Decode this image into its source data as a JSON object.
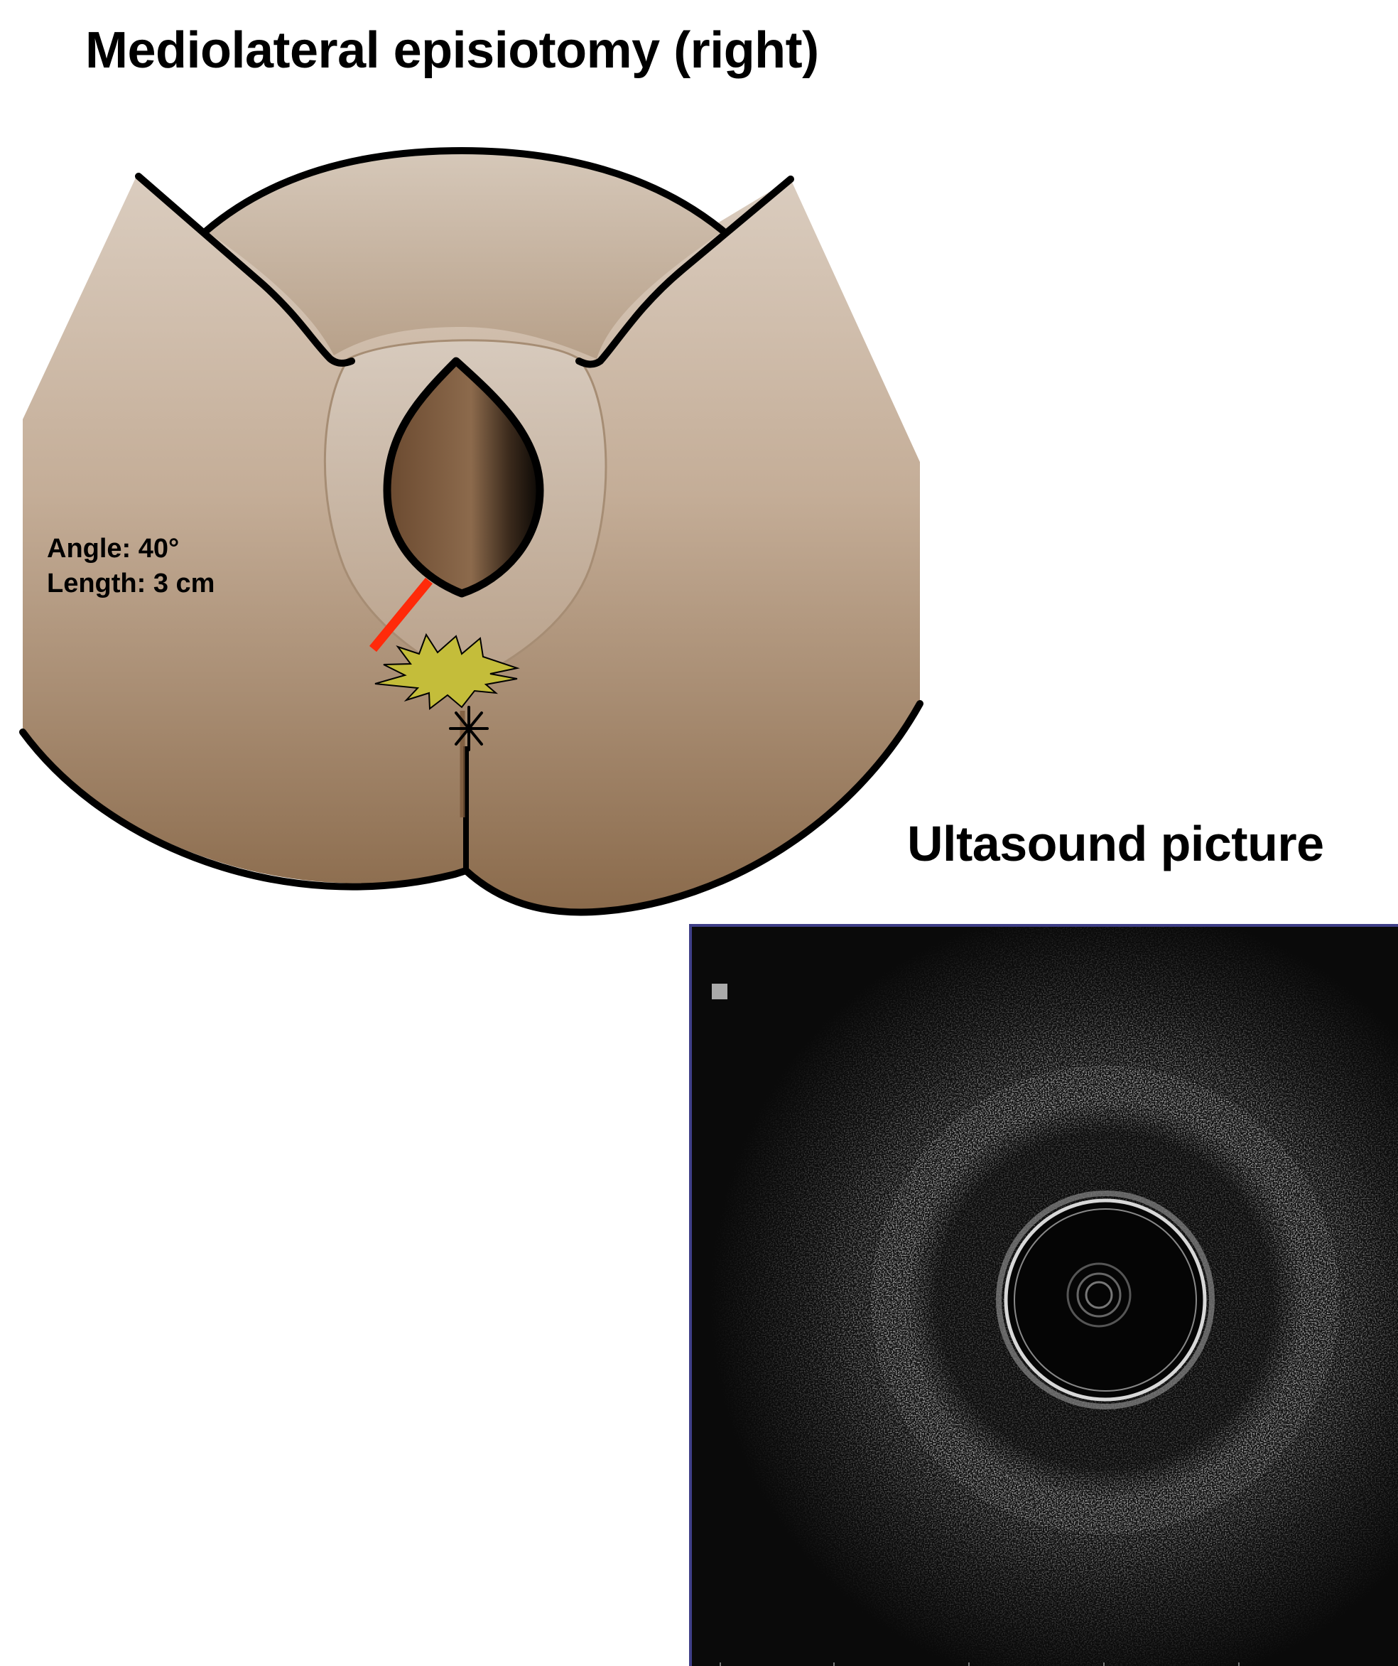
{
  "title": "Mediolateral episiotomy (right)",
  "annotation": {
    "angle": "Angle: 40°",
    "length": "Length: 3 cm"
  },
  "ultrasound": {
    "title": "Ultasound picture"
  },
  "colors": {
    "skin_light": "#d9cbbd",
    "skin_dark": "#8a6a4b",
    "incision": "#ff2a0a",
    "tear": "#c4bd3a",
    "ultrasound_frame": "#3f3f88"
  }
}
